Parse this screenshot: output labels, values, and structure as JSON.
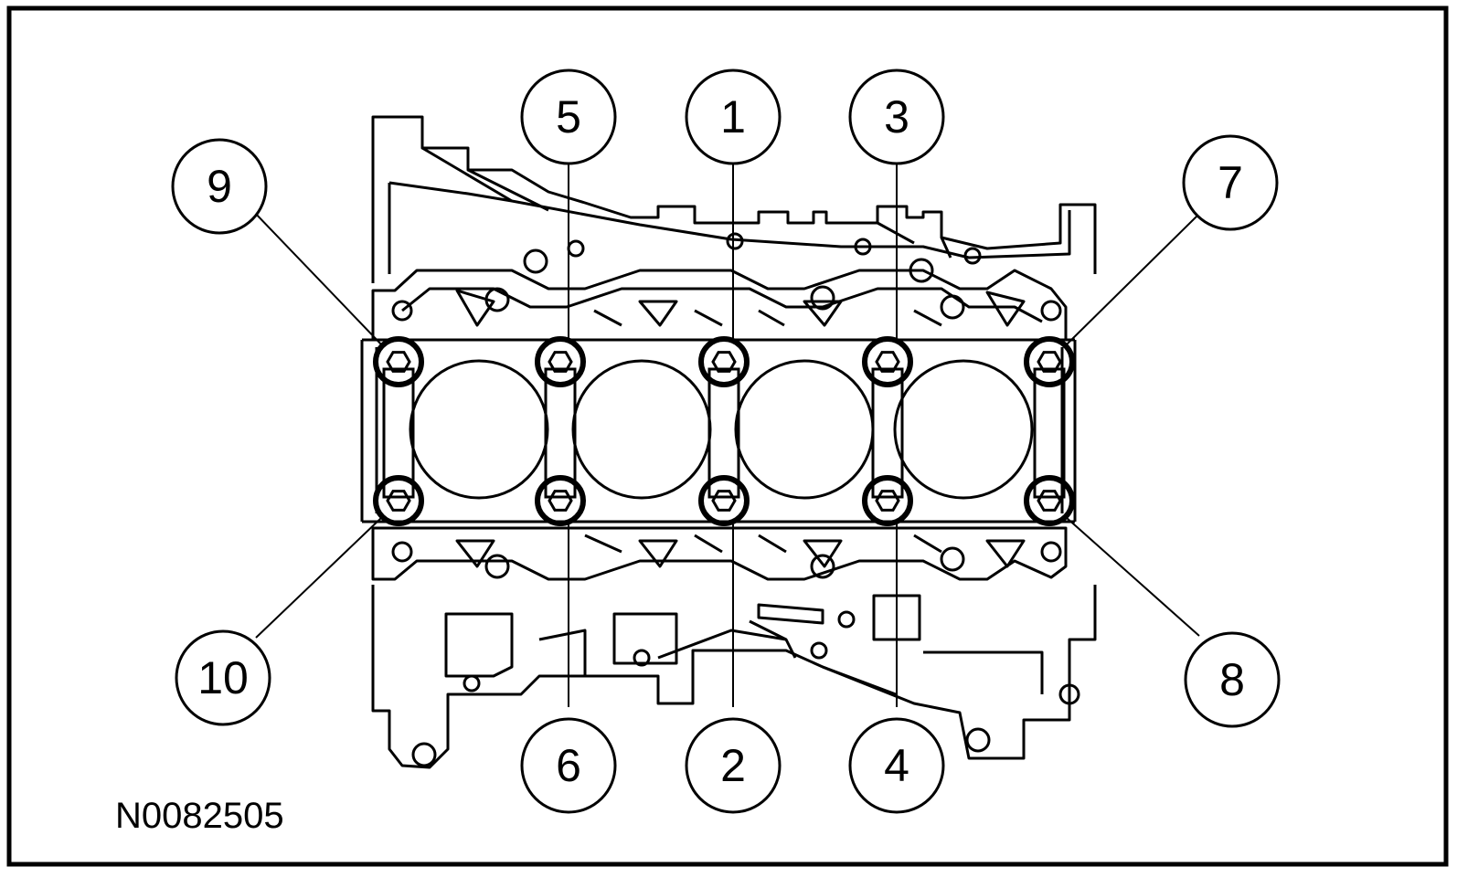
{
  "figure_id": "N0082505",
  "callouts": [
    "1",
    "2",
    "3",
    "4",
    "5",
    "6",
    "7",
    "8",
    "9",
    "10"
  ],
  "colors": {
    "ink": "#000000",
    "paper": "#ffffff"
  }
}
